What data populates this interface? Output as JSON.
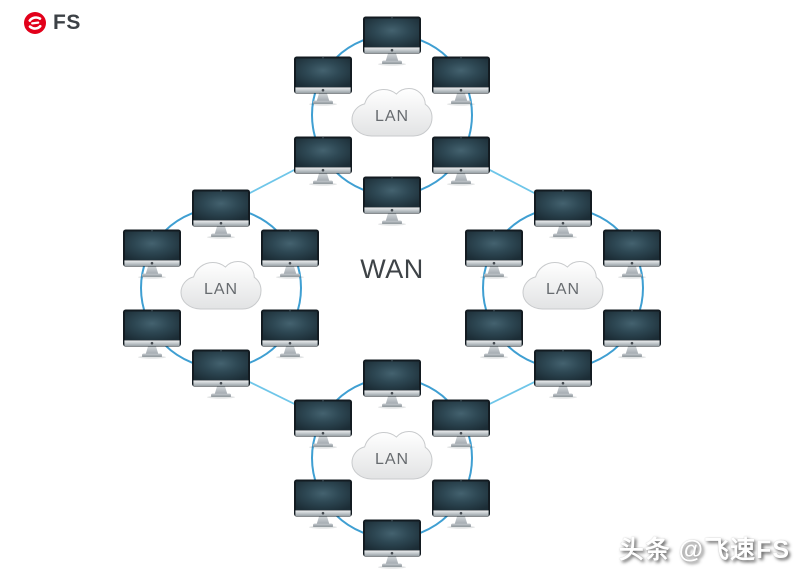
{
  "logo": {
    "brand_text": "FS",
    "circle_color": "#e2001a"
  },
  "diagram": {
    "wan_label": "WAN",
    "rings": [
      {
        "position": "top",
        "label": "LAN",
        "devices": 6
      },
      {
        "position": "left",
        "label": "LAN",
        "devices": 6
      },
      {
        "position": "right",
        "label": "LAN",
        "devices": 6
      },
      {
        "position": "bottom",
        "label": "LAN",
        "devices": 6
      }
    ],
    "links": [
      {
        "from": "top-ring",
        "to": "left-ring"
      },
      {
        "from": "top-ring",
        "to": "right-ring"
      },
      {
        "from": "left-ring",
        "to": "bottom-ring"
      },
      {
        "from": "right-ring",
        "to": "bottom-ring"
      }
    ],
    "colors": {
      "ring_stroke": "#3f9fd2",
      "wan_link": "#6fc6e9",
      "wan_text": "#3e4347",
      "lan_text": "#676b6f"
    }
  },
  "watermark": {
    "text": "头条 @飞速FS"
  }
}
